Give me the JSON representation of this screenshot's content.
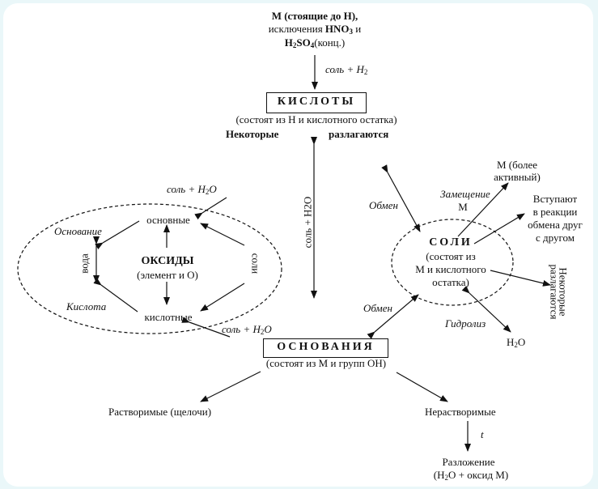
{
  "top_metal": {
    "line1": "М (стоящие до Н),",
    "line2a": "исключения ",
    "line2b": "HNO",
    "line2c": "3",
    "line2d": " и",
    "line3a": "H",
    "line3b": "2",
    "line3c": "SO",
    "line3d": "4",
    "line3e": "(конц.)"
  },
  "arrow_top_label": {
    "a": "соль + Н",
    "b": "2"
  },
  "acids": {
    "title": "КИСЛОТЫ",
    "desc": "(состоят из Н и кислотного остатка)",
    "some": "Некоторые",
    "decompose": "разлагаются"
  },
  "salt_water_left": {
    "a": "соль + Н",
    "b": "2",
    "c": "О"
  },
  "salt_water_vertical": "соль + H2O",
  "oxides": {
    "title": "ОКСИДЫ",
    "desc": "(элемент и О)",
    "basic": "основные",
    "acidic": "кислотные",
    "base_label": "Основание",
    "acid_label": "Кислота",
    "water": "вода",
    "salts": "соли"
  },
  "salt_water_bottom": {
    "a": "соль + Н",
    "b": "2",
    "c": "О"
  },
  "salts": {
    "title": "СОЛИ",
    "desc1": "(состоят из",
    "desc2": "М и кислотного",
    "desc3": "остатка)",
    "exchange_top": "Обмен",
    "replace1": "Замещение",
    "replace2": "М",
    "metal1": "М (более",
    "metal2": "активный)",
    "react1": "Вступают",
    "react2": "в реакции",
    "react3": "обмена друг",
    "react4": "с другом",
    "some_decomp1": "Некоторые",
    "some_decomp2": "разлагаются",
    "exchange_bottom": "Обмен",
    "hydrolysis": "Гидролиз",
    "water_a": "Н",
    "water_b": "2",
    "water_c": "О"
  },
  "bases": {
    "title": "ОСНОВАНИЯ",
    "desc": "(состоят из М и групп ОН)",
    "soluble": "Растворимые (щелочи)",
    "insoluble": "Нерастворимые",
    "t": "t",
    "decomp1": "Разложение",
    "decomp2a": "(Н",
    "decomp2b": "2",
    "decomp2c": "О + оксид М)"
  }
}
